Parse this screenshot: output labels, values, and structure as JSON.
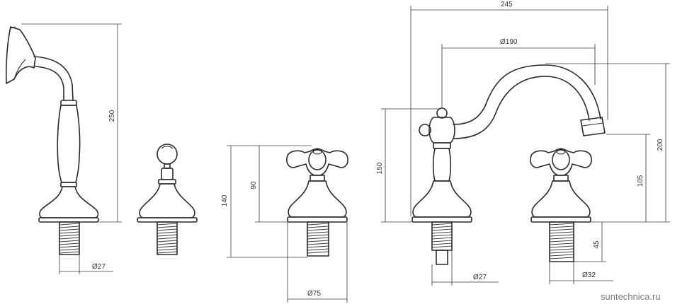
{
  "dimensions": {
    "handshower_height": "250",
    "handshower_thread_diameter": "Ø27",
    "base_height": "140",
    "handle_height": "90",
    "base_diameter": "Ø75",
    "spout_reach": "245",
    "spout_reach_inner": "Ø190",
    "spout_body_height": "150",
    "spout_outlet_height": "105",
    "spout_total_height": "200",
    "spout_thread_diameter": "Ø27",
    "valve_thread_length": "45",
    "valve_thread_diameter": "Ø32"
  },
  "watermark": "suntechnica.ru"
}
